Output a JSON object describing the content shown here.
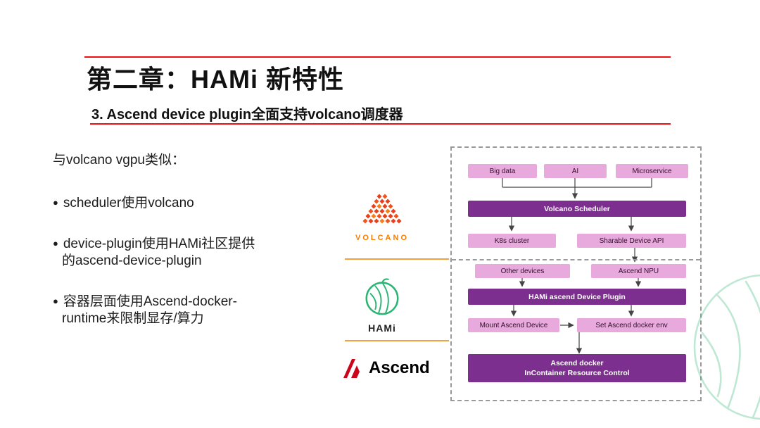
{
  "header": {
    "title": "第二章：HAMi 新特性",
    "subtitle": "3. Ascend device plugin全面支持volcano调度器"
  },
  "left_panel": {
    "bullet_glyph": "●",
    "intro": "与volcano vgpu类似：",
    "bullet1": "scheduler使用volcano",
    "bullet2_line1": "device-plugin使用HAMi社区提供",
    "bullet2_line2": "的ascend-device-plugin",
    "bullet3_line1": "容器层面使用Ascend-docker-",
    "bullet3_line2": "runtime来限制显存/算力"
  },
  "logos": {
    "volcano_label": "VOLCANO",
    "hami_label": "HAMi",
    "ascend_label": "Ascend"
  },
  "diagram": {
    "top_boxes": [
      "Big data",
      "AI",
      "Microservice"
    ],
    "scheduler_bar": "Volcano Scheduler",
    "cluster_boxes": [
      "K8s cluster",
      "Sharable Device API"
    ],
    "device_boxes": [
      "Other devices",
      "Ascend NPU"
    ],
    "plugin_bar": "HAMi ascend Device Plugin",
    "action_boxes": [
      "Mount Ascend Device",
      "Set Ascend docker env"
    ],
    "bottom_bar": [
      "Ascend docker",
      "InContainer Resource Control"
    ]
  },
  "colors": {
    "bar_purple": "#7d2f8f",
    "box_pink": "#e8a9dc",
    "line_orange": "#f2a23c",
    "line_red": "#ee1111",
    "volcano_orange": "#f57c00",
    "hami_green": "#2bb573",
    "ascend_red": "#c9061a"
  }
}
